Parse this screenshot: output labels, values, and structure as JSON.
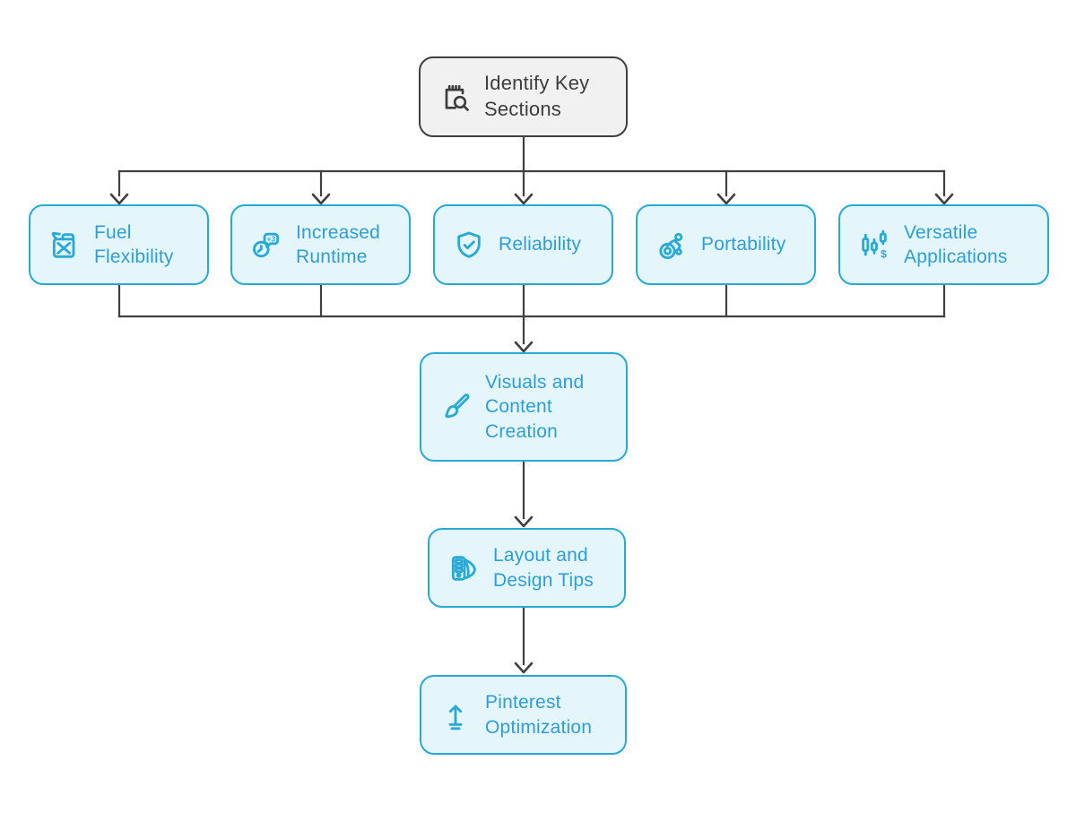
{
  "colors": {
    "node_border": "#29a9d6",
    "node_fill": "#e4f6fc",
    "node_text": "#2d9ed7",
    "root_border": "#3f3f3f",
    "root_fill": "#f1f1f1",
    "root_text": "#3d3d3d",
    "connector": "#404040",
    "background": "#ffffff"
  },
  "flowchart": {
    "root": {
      "label": "Identify Key\nSections",
      "icon": "notepad-search-icon"
    },
    "branches": [
      {
        "label": "Fuel\nFlexibility",
        "icon": "fuel-can-icon"
      },
      {
        "label": "Increased\nRuntime",
        "icon": "clock-plus-icon"
      },
      {
        "label": "Reliability",
        "icon": "shield-check-icon"
      },
      {
        "label": "Portability",
        "icon": "wheel-person-icon"
      },
      {
        "label": "Versatile\nApplications",
        "icon": "candlestick-dollar-icon"
      }
    ],
    "steps": [
      {
        "label": "Visuals and\nContent\nCreation",
        "icon": "paintbrush-icon"
      },
      {
        "label": "Layout and\nDesign Tips",
        "icon": "swatch-fan-icon"
      },
      {
        "label": "Pinterest\nOptimization",
        "icon": "arrow-up-icon"
      }
    ]
  }
}
